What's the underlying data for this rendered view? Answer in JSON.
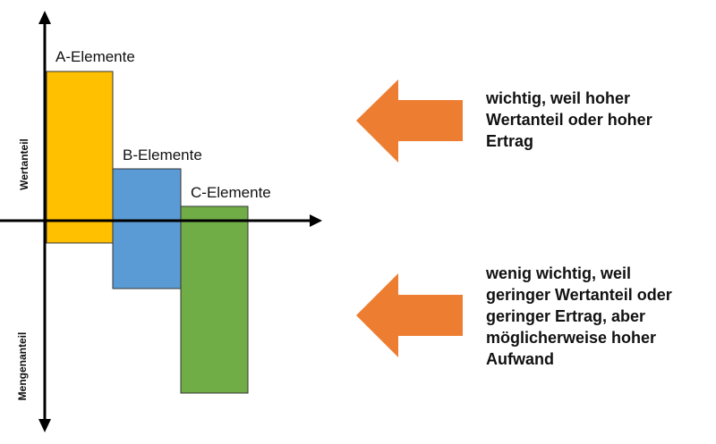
{
  "axes": {
    "upper_label": "Wertanteil",
    "lower_label": "Mengenanteil"
  },
  "elements": [
    {
      "label": "A-Elemente",
      "color": "#FFC000"
    },
    {
      "label": "B-Elemente",
      "color": "#5B9BD5"
    },
    {
      "label": "C-Elemente",
      "color": "#70AD47"
    }
  ],
  "arrow_color": "#ED7D31",
  "notes": {
    "top": [
      "wichtig, weil hoher",
      "Wertanteil oder hoher",
      "Ertrag"
    ],
    "bottom": [
      "wenig wichtig, weil",
      "geringer Wertanteil oder",
      "geringer Ertrag, aber",
      "möglicherweise hoher",
      "Aufwand"
    ]
  }
}
